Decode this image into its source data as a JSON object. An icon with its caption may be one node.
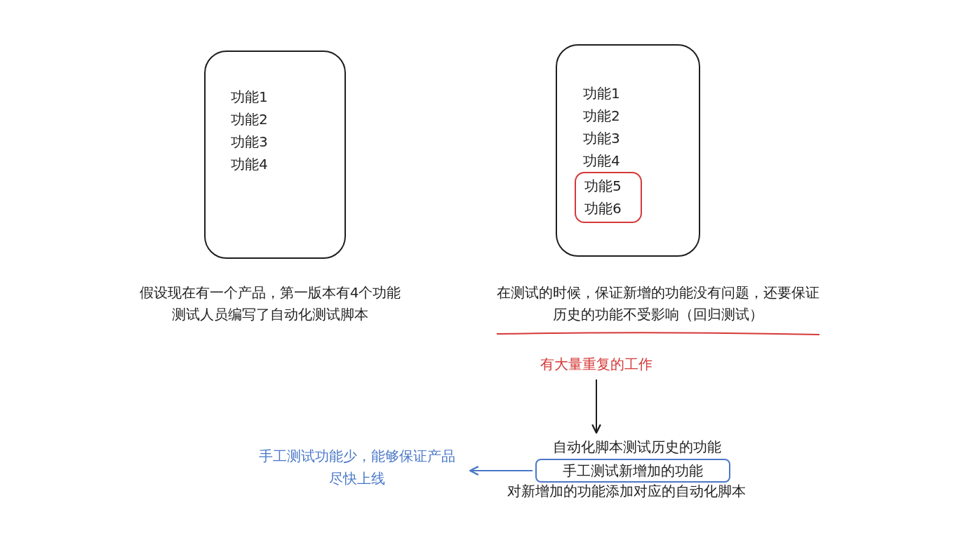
{
  "diagram": {
    "nodes": [
      {
        "text": [
          "功能1",
          "功能2",
          "功能3",
          "功能4"
        ]
      },
      {
        "text": [
          "功能1",
          "功能2",
          "功能3",
          "功能4"
        ]
      },
      {
        "text": [
          "功能5",
          "功能6"
        ],
        "in": 1
      },
      {
        "text": [
          "有大量重复的工作"
        ]
      },
      {
        "text": [
          "自动化脚本测试历史的功能"
        ]
      },
      {
        "text": [
          "手工测试新增加的功能"
        ]
      },
      {
        "text": [
          "手工测试功能少，能够保证产品尽快上线"
        ]
      }
    ],
    "edges": [
      {
        "from": 3,
        "to": 4,
        "arrow": "to"
      },
      {
        "from": 5,
        "to": 6,
        "arrow": "to",
        "color": "#4a78c8"
      }
    ],
    "labels": [
      "假设现在有一个产品，第一版本有4个功能",
      "测试人员编写了自动化测试脚本",
      "在测试的时候，保证新增的功能没有问题，还要保证历史的功能不受影响（回归测试）",
      "对新增加的功能添加对应的自动化脚本"
    ]
  }
}
